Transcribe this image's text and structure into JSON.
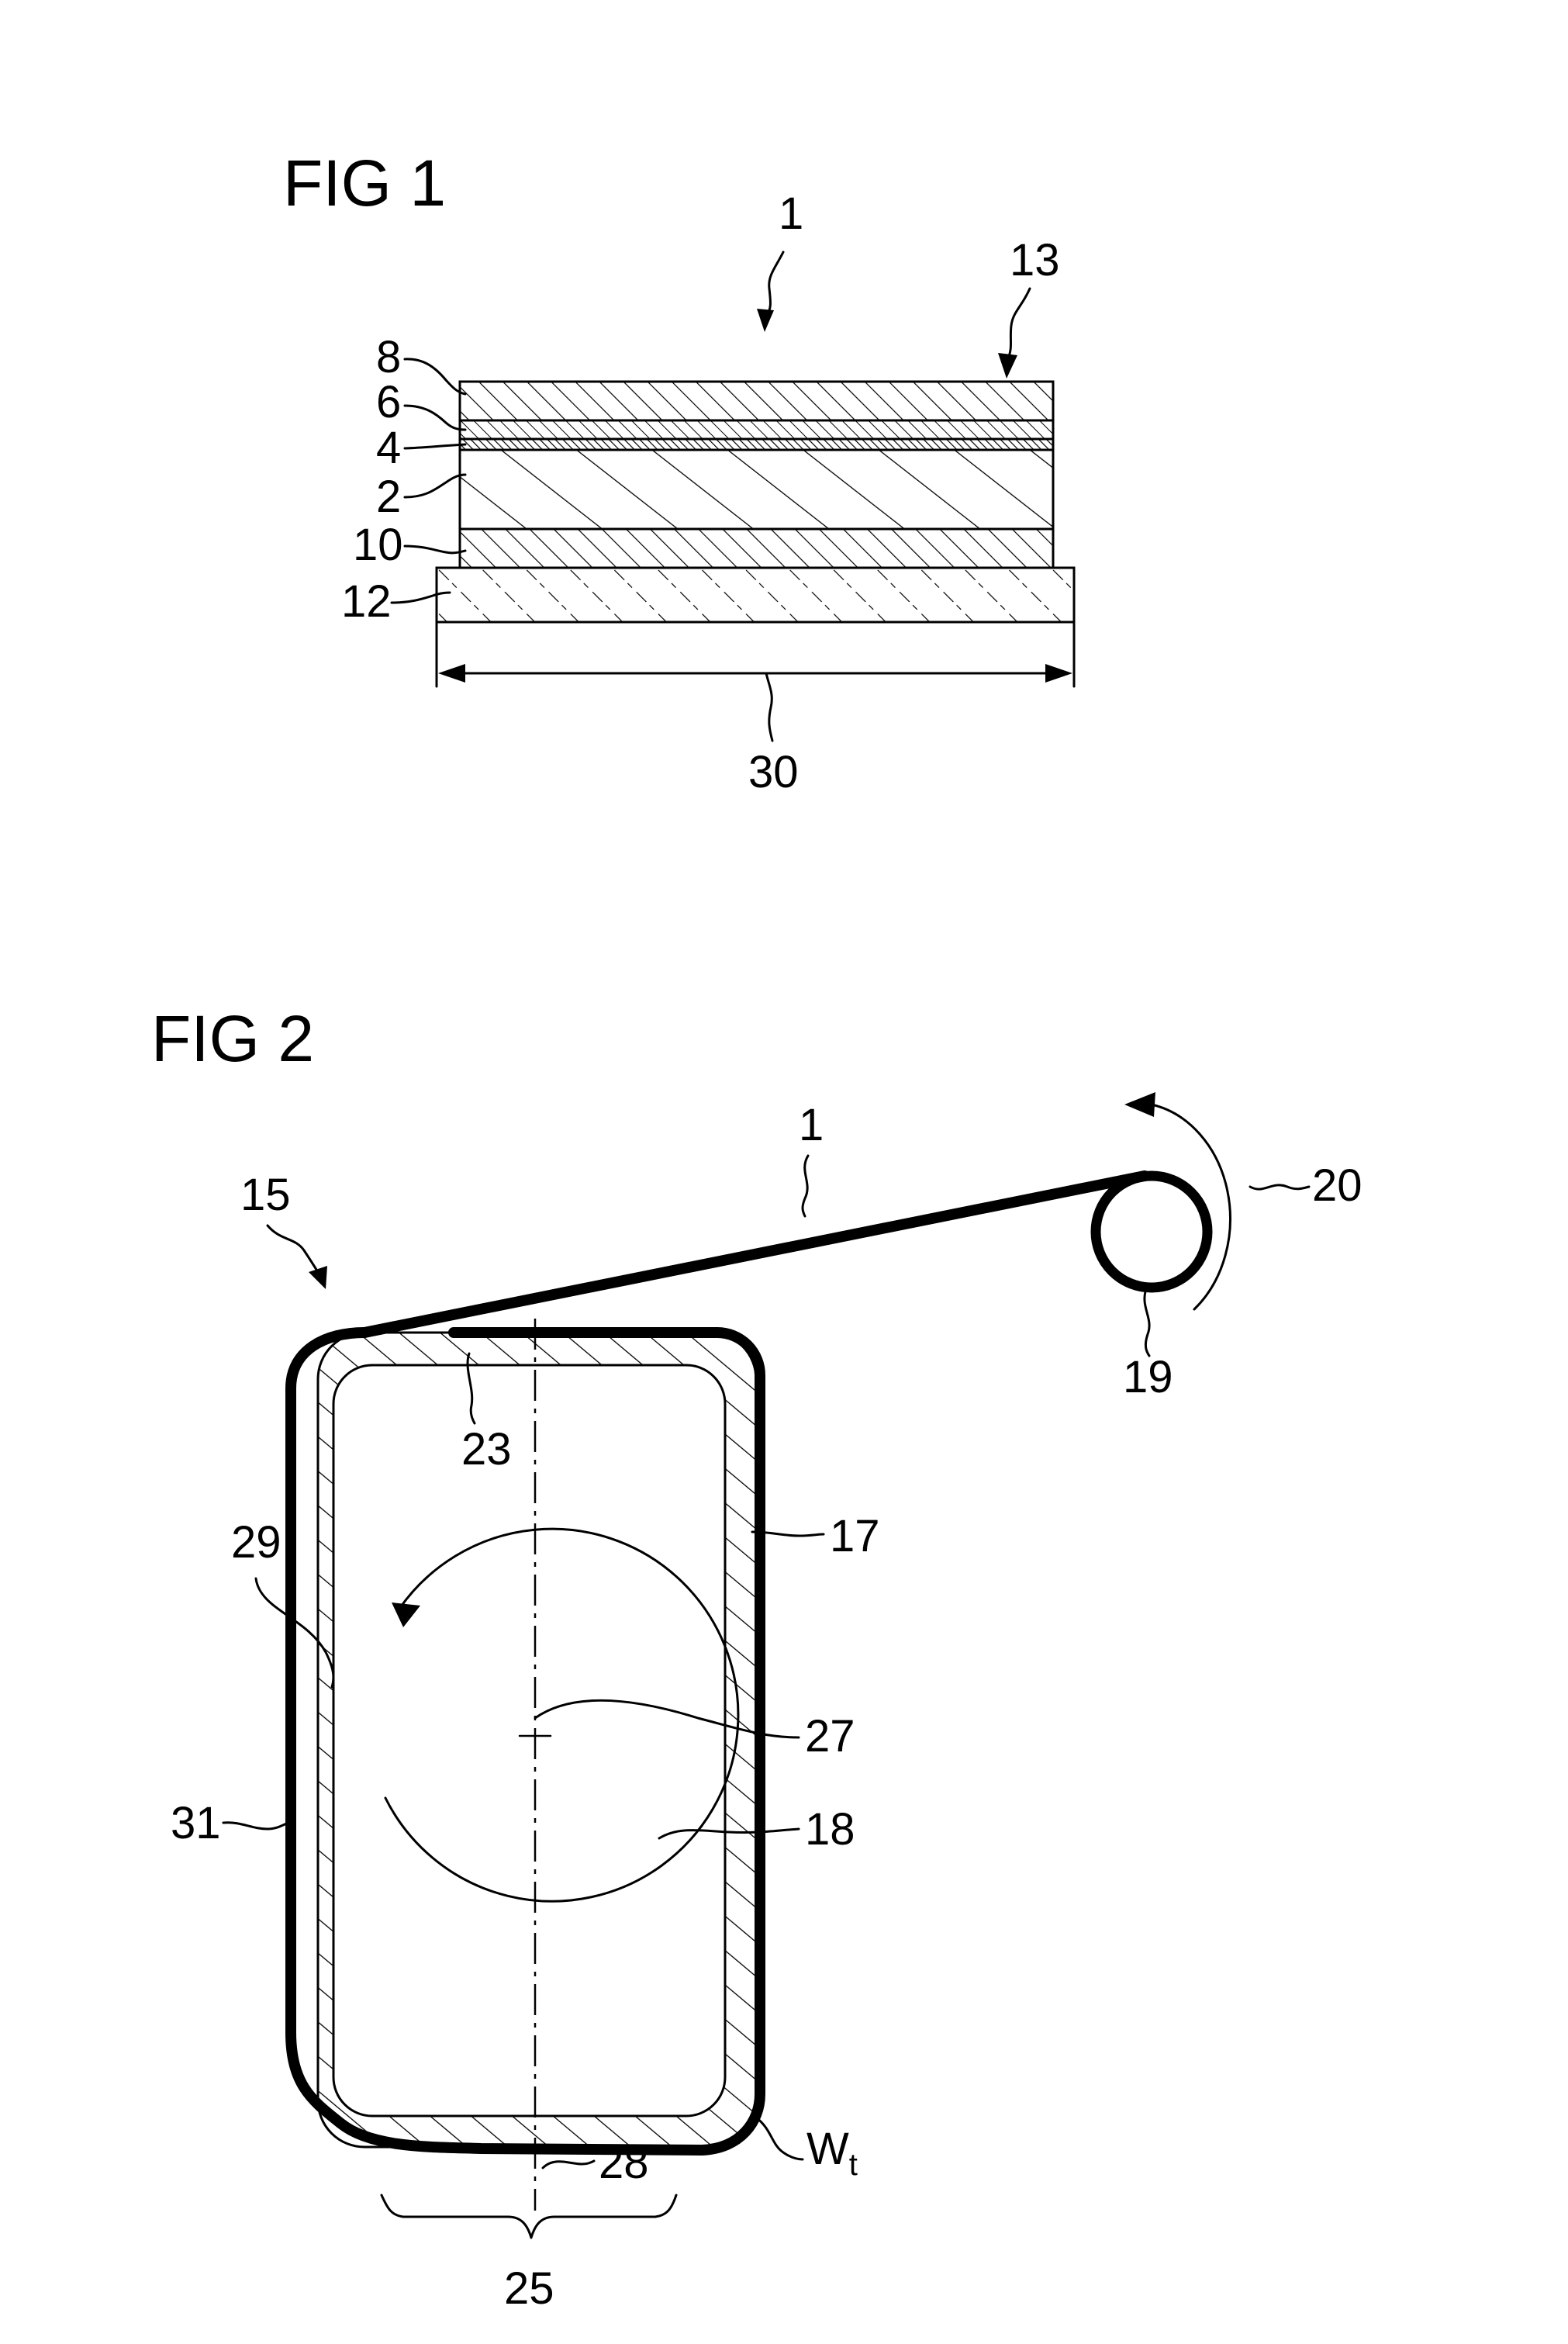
{
  "figure_1": {
    "title": "FIG 1",
    "refs": {
      "film": "1",
      "top_surface": "13",
      "layer_8": "8",
      "layer_6": "6",
      "layer_4": "4",
      "layer_2": "2",
      "layer_10": "10",
      "layer_12": "12",
      "width": "30"
    }
  },
  "figure_2": {
    "title": "FIG 2",
    "refs": {
      "arrangement": "15",
      "film": "1",
      "rotation_arrow": "20",
      "supply_roll": "19",
      "start_edge": "23",
      "wall": "17",
      "inner_surface": "29",
      "axis_point": "27",
      "rotation": "18",
      "outer_layer": "31",
      "wound_wt": "W",
      "wound_wt_sub": "t",
      "centerline": "28",
      "region": "25"
    }
  }
}
